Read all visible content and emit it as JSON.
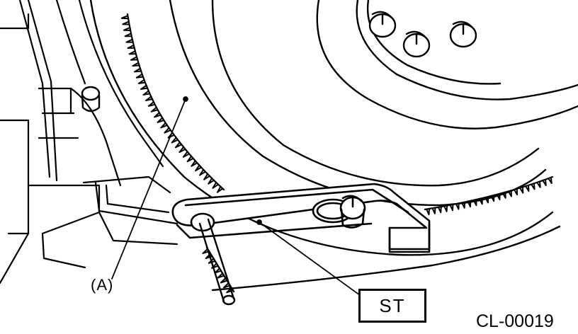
{
  "labels": {
    "part_a": "(A)",
    "special_tool": "ST",
    "figure_code": "CL-00019"
  },
  "colors": {
    "ink": "#000000",
    "paper": "#ffffff"
  }
}
